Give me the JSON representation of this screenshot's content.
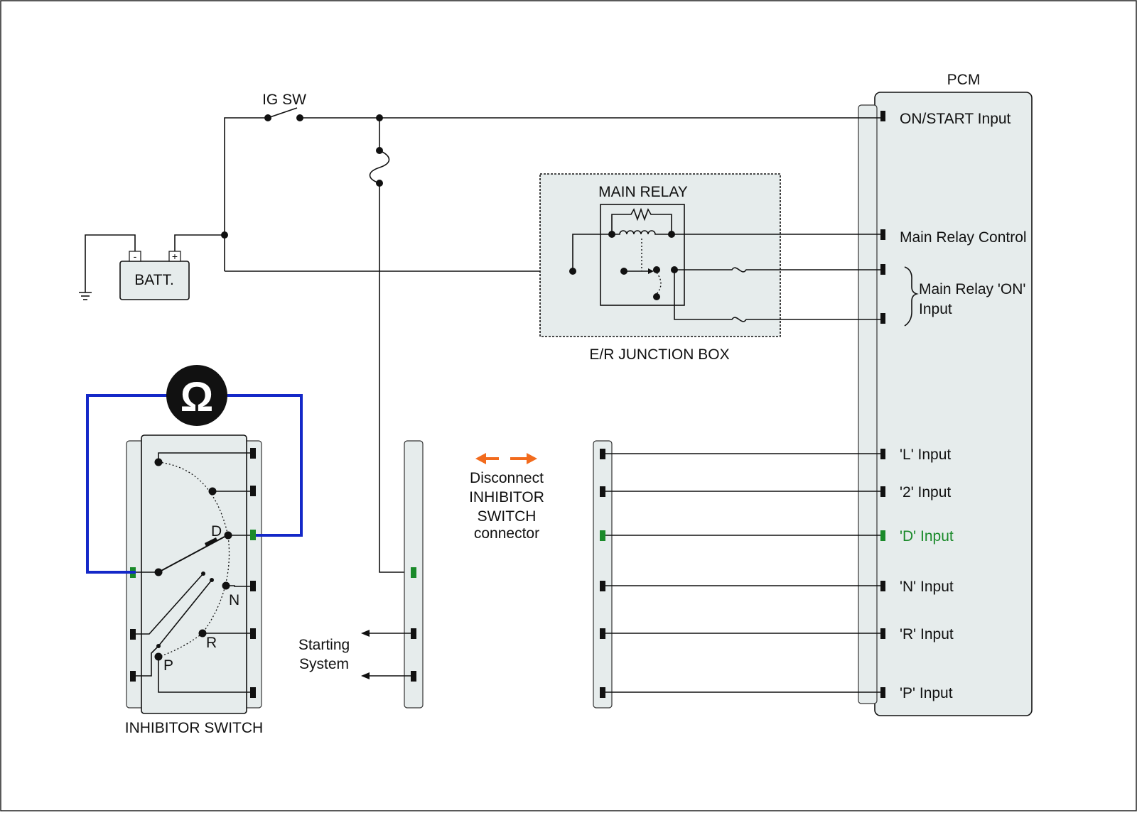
{
  "colors": {
    "panel_fill": "#e6ecec",
    "wire": "#111111",
    "meter_lead": "#1428c8",
    "highlight_pin": "#1a8a2a",
    "arrow": "#f26b1d"
  },
  "labels": {
    "ig_sw": "IG SW",
    "batt": "BATT.",
    "batt_minus": "-",
    "batt_plus": "+",
    "pcm": "PCM",
    "main_relay": "MAIN RELAY",
    "junction_box": "E/R JUNCTION BOX",
    "inhibitor_switch": "INHIBITOR SWITCH",
    "ohm_symbol": "Ω",
    "starting_line1": "Starting",
    "starting_line2": "System",
    "disconnect_line1": "Disconnect",
    "disconnect_line2": "INHIBITOR",
    "disconnect_line3": "SWITCH",
    "disconnect_line4": "connector",
    "pos_d": "D",
    "pos_n": "N",
    "pos_r": "R",
    "pos_p": "P"
  },
  "pcm_inputs": {
    "on_start": "ON/START Input",
    "main_relay_control": "Main Relay Control",
    "main_relay_on_line1": "Main Relay 'ON'",
    "main_relay_on_line2": "Input",
    "l_input": "'L' Input",
    "two_input": "'2' Input",
    "d_input": "'D' Input",
    "n_input": "'N' Input",
    "r_input": "'R' Input",
    "p_input": "'P' Input"
  }
}
